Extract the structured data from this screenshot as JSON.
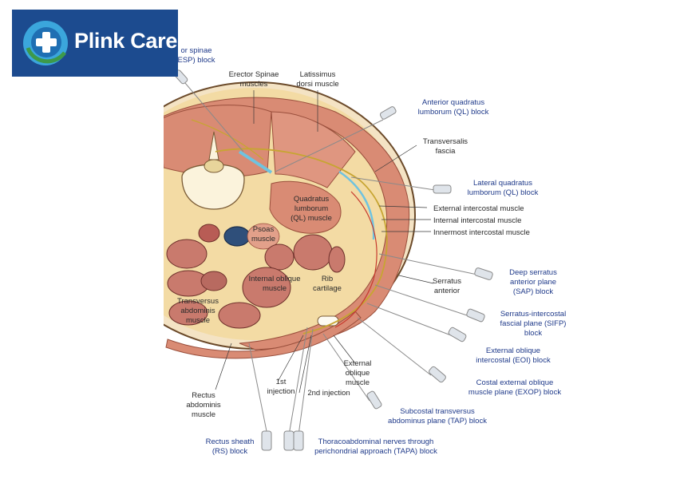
{
  "logo": {
    "brand": "Plink Care",
    "color": "#1c4b8f"
  },
  "colors": {
    "muscle": "#d98b74",
    "fat": "#f3dba4",
    "nerve": "#c7a532",
    "block_label": "#1f3a8a",
    "organ": "#b85c55",
    "fascia_highlight": "#6fc3e0"
  },
  "anatomy_labels": [
    {
      "id": "erector",
      "lines": [
        "Erector Spinae",
        "muscles"
      ]
    },
    {
      "id": "latissimus",
      "lines": [
        "Latissimus",
        "dorsi muscle"
      ]
    },
    {
      "id": "transversalis",
      "lines": [
        "Transversalis",
        "fascia"
      ]
    },
    {
      "id": "quadratus",
      "lines": [
        "Quadratus",
        "lumborum",
        "(QL) muscle"
      ]
    },
    {
      "id": "psoas",
      "lines": [
        "Psoas",
        "muscle"
      ]
    },
    {
      "id": "internal-oblique",
      "lines": [
        "Internal oblique",
        "muscle"
      ]
    },
    {
      "id": "rib-cartilage",
      "lines": [
        "Rib",
        "cartilage"
      ]
    },
    {
      "id": "transversus",
      "lines": [
        "Transversus",
        "abdominis",
        "muscle"
      ]
    },
    {
      "id": "external-intercostal",
      "lines": [
        "External intercostal muscle"
      ]
    },
    {
      "id": "internal-intercostal",
      "lines": [
        "Internal intercostal muscle"
      ]
    },
    {
      "id": "innermost-intercostal",
      "lines": [
        "Innermost intercostal muscle"
      ]
    },
    {
      "id": "serratus",
      "lines": [
        "Serratus",
        "anterior"
      ]
    },
    {
      "id": "external-oblique",
      "lines": [
        "External",
        "oblique",
        "muscle"
      ]
    },
    {
      "id": "rectus",
      "lines": [
        "Rectus",
        "abdominis",
        "muscle"
      ]
    },
    {
      "id": "injection1",
      "lines": [
        "1st",
        "injection"
      ]
    },
    {
      "id": "injection2",
      "lines": [
        "2nd injection"
      ]
    }
  ],
  "block_labels": [
    {
      "id": "esp",
      "lines": [
        "or spinae",
        "ESP) block"
      ]
    },
    {
      "id": "anterior-ql",
      "lines": [
        "Anterior quadratus",
        "lumborum (QL) block"
      ]
    },
    {
      "id": "lateral-ql",
      "lines": [
        "Lateral quadratus",
        "lumborum (QL) block"
      ]
    },
    {
      "id": "sap",
      "lines": [
        "Deep serratus",
        "anterior plane",
        "(SAP) block"
      ]
    },
    {
      "id": "sifp",
      "lines": [
        "Serratus-intercostal",
        "fascial plane (SIFP)",
        "block"
      ]
    },
    {
      "id": "eoi",
      "lines": [
        "External oblique",
        "intercostal (EOI) block"
      ]
    },
    {
      "id": "exop",
      "lines": [
        "Costal external oblique",
        "muscle plane (EXOP) block"
      ]
    },
    {
      "id": "tap",
      "lines": [
        "Subcostal transversus",
        "abdominus plane (TAP) block"
      ]
    },
    {
      "id": "rs",
      "lines": [
        "Rectus sheath",
        "(RS) block"
      ]
    },
    {
      "id": "tapa",
      "lines": [
        "Thoracoabdominal nerves through",
        "perichondrial approach (TAPA) block"
      ]
    }
  ]
}
